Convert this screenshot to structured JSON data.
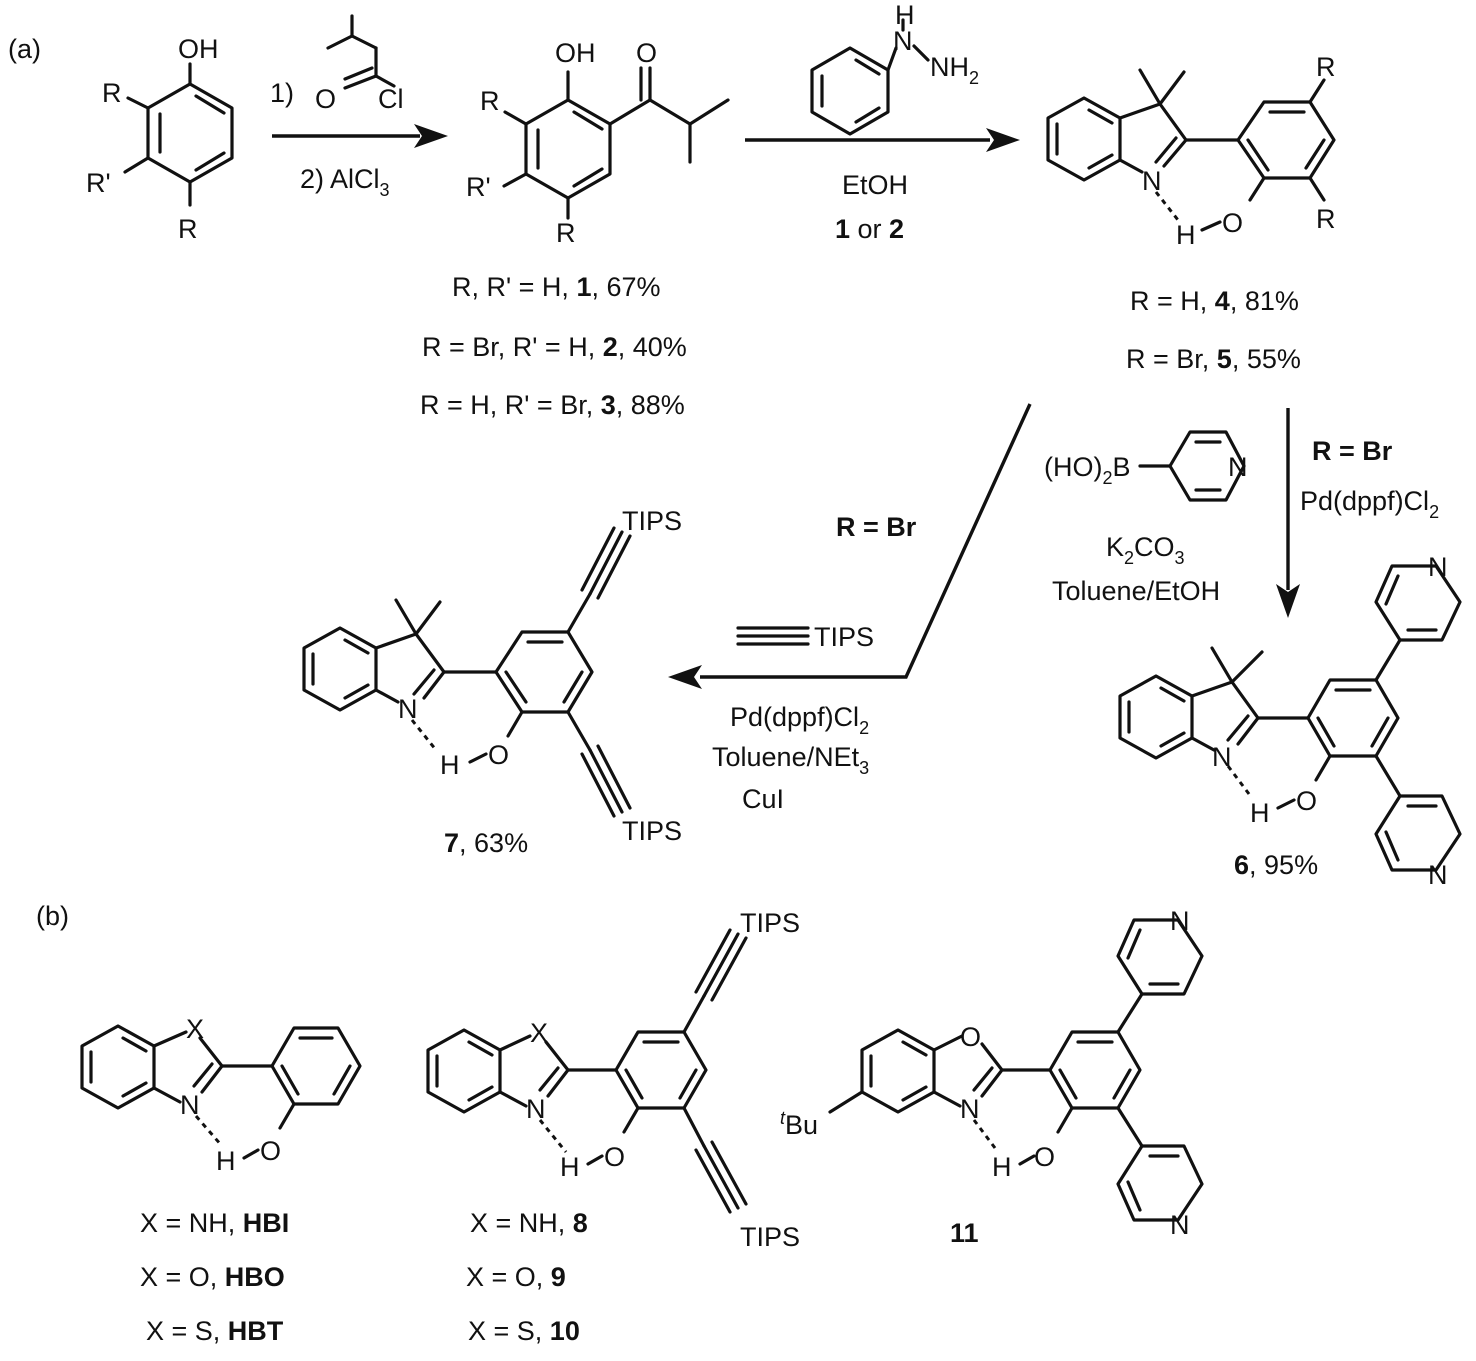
{
  "panels": {
    "a": "(a)",
    "b": "(b)"
  },
  "step1": {
    "reagent1": "1)",
    "reagent2": "2) AlCl",
    "reagent2_sub": "3",
    "acyl_o": "O",
    "acyl_cl": "Cl"
  },
  "sm": {
    "oh": "OH",
    "r_top": "R",
    "r_prime": "R'",
    "r_bottom": "R"
  },
  "ketone": {
    "oh": "OH",
    "o": "O",
    "r_top": "R",
    "r_prime": "R'",
    "r_bottom": "R",
    "yields": [
      {
        "pre": "R, R' = H, ",
        "num": "1",
        "post": ", 67%"
      },
      {
        "pre": "R = Br, R' = H, ",
        "num": "2",
        "post": ", 40%"
      },
      {
        "pre": "R = H, R' = Br, ",
        "num": "3",
        "post": ", 88%"
      }
    ]
  },
  "step2": {
    "hydrazine_h": "H",
    "hydrazine_n": "N",
    "hydrazine_nh": "NH",
    "hydrazine_nh_sub": "2",
    "solvent": "EtOH",
    "sub_a": "1",
    "sub_or": " or ",
    "sub_b": "2"
  },
  "indolenine": {
    "n": "N",
    "h": "H",
    "o": "O",
    "r1": "R",
    "r2": "R",
    "yields": [
      {
        "pre": "R = H, ",
        "num": "4",
        "post": ", 81%"
      },
      {
        "pre": "R = Br, ",
        "num": "5",
        "post": ", 55%"
      }
    ]
  },
  "suzuki": {
    "boronic_pre": "(HO)",
    "boronic_sub": "2",
    "boronic_post": "B",
    "py_n": "N",
    "base_k": "K",
    "base_k_sub": "2",
    "base_co": "CO",
    "base_co_sub": "3",
    "solvent": "Toluene/EtOH",
    "condition": "R = Br",
    "cat": "Pd(dppf)Cl",
    "cat_sub": "2"
  },
  "sonogashira": {
    "condition": "R = Br",
    "alkyne": "TIPS",
    "cat": "Pd(dppf)Cl",
    "cat_sub": "2",
    "solvent_pre": "Toluene/NEt",
    "solvent_sub": "3",
    "cocat": "CuI"
  },
  "compound6": {
    "n": "N",
    "h": "H",
    "o": "O",
    "py1": "N",
    "py2": "N",
    "num": "6",
    "yield": ", 95%"
  },
  "compound7": {
    "n": "N",
    "h": "H",
    "o": "O",
    "tips1": "TIPS",
    "tips2": "TIPS",
    "num": "7",
    "yield": ", 63%"
  },
  "partb": {
    "hbx": {
      "x": "X",
      "n": "N",
      "h": "H",
      "o": "O"
    },
    "hbx_list": [
      {
        "pre": "X = NH, ",
        "name": "HBI"
      },
      {
        "pre": "X = O, ",
        "name": "HBO"
      },
      {
        "pre": "X = S, ",
        "name": "HBT"
      }
    ],
    "c8": {
      "x": "X",
      "n": "N",
      "h": "H",
      "o": "O",
      "tips1": "TIPS",
      "tips2": "TIPS"
    },
    "c8_list": [
      {
        "pre": "X = NH, ",
        "num": "8"
      },
      {
        "pre": "X  =  O,  ",
        "num": "9"
      },
      {
        "pre": "X = S, ",
        "num": "10"
      }
    ],
    "c11": {
      "o": "O",
      "n": "N",
      "h": "H",
      "oh": "O",
      "tbu_sup": "t",
      "tbu": "Bu",
      "py1": "N",
      "py2": "N",
      "num": "11"
    }
  }
}
